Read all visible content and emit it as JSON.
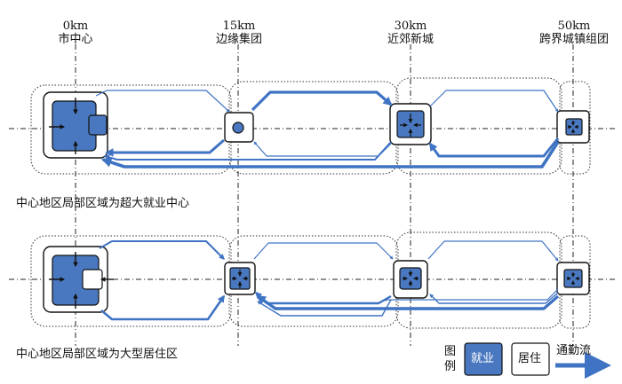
{
  "columns": [
    {
      "distance": "0km",
      "name": "市中心"
    },
    {
      "distance": "15km",
      "name": "边缘集团"
    },
    {
      "distance": "30km",
      "name": "近郊新城"
    },
    {
      "distance": "50km",
      "name": "跨界城镇组团"
    }
  ],
  "scenarios": [
    {
      "caption": "中心地区局部区域为超大就业中心"
    },
    {
      "caption": "中心地区局部区域为大型居住区"
    }
  ],
  "legend": {
    "title": "图例",
    "employment": "就业",
    "residence": "居住",
    "commute_flow": "通勤流"
  },
  "colors": {
    "employment_fill": "#4a78c0",
    "flow": "#3f73c3",
    "frame": "#222222"
  }
}
